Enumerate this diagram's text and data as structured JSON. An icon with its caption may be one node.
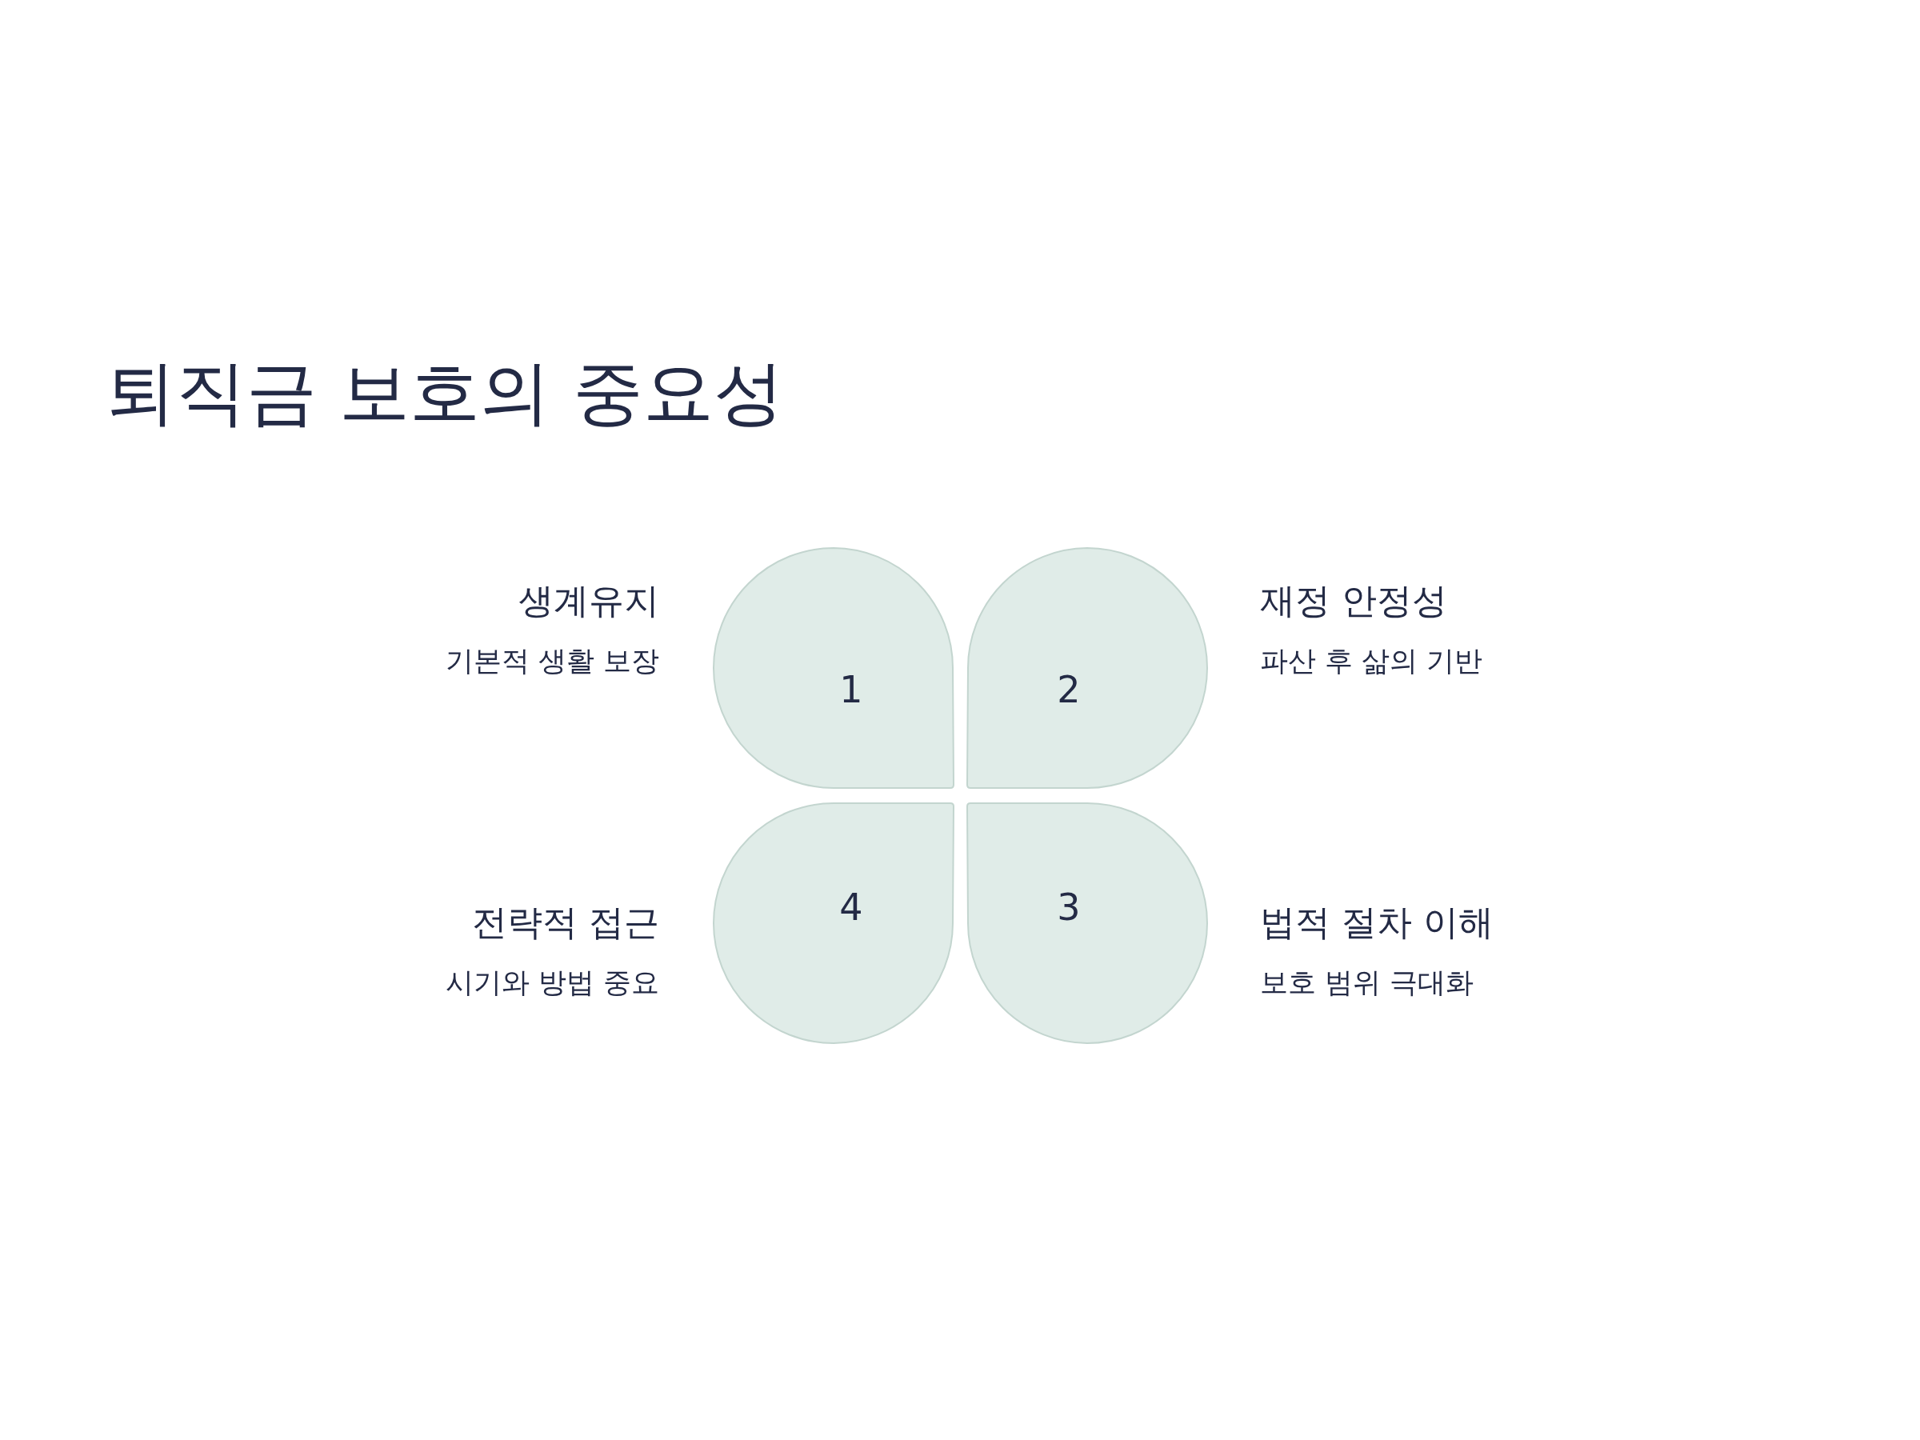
{
  "diagram": {
    "title": "퇴직금 보호의 중요성",
    "nodes": [
      {
        "text": [
          "1"
        ],
        "beside": [
          "생계유지",
          "기본적 생활 보장"
        ]
      },
      {
        "text": [
          "2"
        ],
        "beside": [
          "재정 안정성",
          "파산 후 삶의 기반"
        ]
      },
      {
        "text": [
          "4"
        ],
        "beside": [
          "전략적 접근",
          "시기와 방법 중요"
        ]
      },
      {
        "text": [
          "3"
        ],
        "beside": [
          "법적 절차 이해",
          "보호 범위 극대화"
        ]
      }
    ]
  }
}
